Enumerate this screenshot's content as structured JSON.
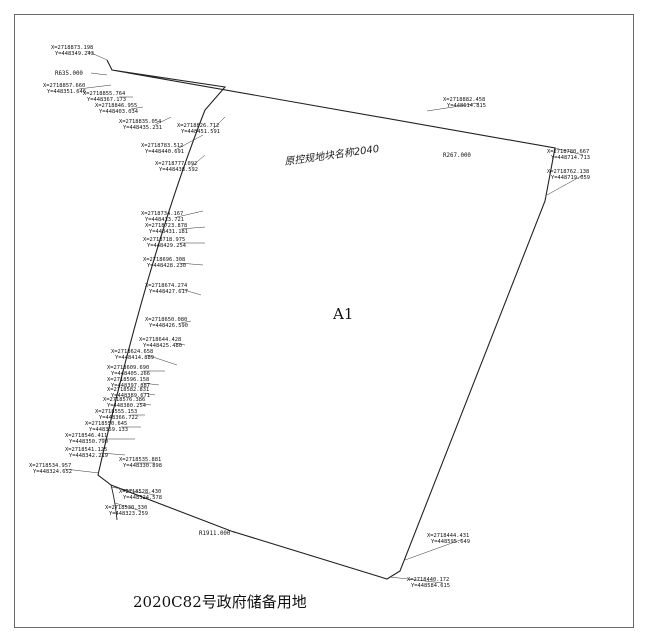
{
  "caption": "2020C82号政府储备用地",
  "parcel_label": "A1",
  "handwritten_note": "原控规地块名称2040",
  "radii": [
    "R635.000",
    "R267.000",
    "R1911.000"
  ],
  "coordinates": [
    {
      "x": "X=2718873.198",
      "y": "Y=448349.243"
    },
    {
      "x": "X=2718857.660",
      "y": "Y=448351.646"
    },
    {
      "x": "X=2718855.764",
      "y": "Y=448367.173"
    },
    {
      "x": "X=2718846.955",
      "y": "Y=448403.034"
    },
    {
      "x": "X=2718835.054",
      "y": "Y=448435.231"
    },
    {
      "x": "X=2718826.712",
      "y": "Y=448451.591"
    },
    {
      "x": "X=2718783.512",
      "y": "Y=448440.691"
    },
    {
      "x": "X=2718777.092",
      "y": "Y=448438.592"
    },
    {
      "x": "X=2718734.167",
      "y": "Y=448433.721"
    },
    {
      "x": "X=2718723.878",
      "y": "Y=448431.181"
    },
    {
      "x": "X=2718718.975",
      "y": "Y=448429.254"
    },
    {
      "x": "X=2718696.308",
      "y": "Y=448428.230"
    },
    {
      "x": "X=2718674.274",
      "y": "Y=448427.617"
    },
    {
      "x": "X=2718650.080",
      "y": "Y=448426.590"
    },
    {
      "x": "X=2718644.428",
      "y": "Y=448425.480"
    },
    {
      "x": "X=2718624.658",
      "y": "Y=448414.889"
    },
    {
      "x": "X=2718609.690",
      "y": "Y=448405.266"
    },
    {
      "x": "X=2718596.158",
      "y": "Y=448397.887"
    },
    {
      "x": "X=2718582.831",
      "y": "Y=448389.671"
    },
    {
      "x": "X=2718576.386",
      "y": "Y=448380.254"
    },
    {
      "x": "X=2718555.153",
      "y": "Y=448366.722"
    },
    {
      "x": "X=2718550.645",
      "y": "Y=448359.133"
    },
    {
      "x": "X=2718546.411",
      "y": "Y=448350.790"
    },
    {
      "x": "X=2718541.125",
      "y": "Y=448342.219"
    },
    {
      "x": "X=2718534.957",
      "y": "Y=448324.652"
    },
    {
      "x": "X=2718535.881",
      "y": "Y=448330.898"
    },
    {
      "x": "X=2718528.430",
      "y": "Y=448324.578"
    },
    {
      "x": "X=2718530.330",
      "y": "Y=448323.259"
    },
    {
      "x": "X=2718882.458",
      "y": "Y=448614.815"
    },
    {
      "x": "X=2718780.667",
      "y": "Y=448714.713"
    },
    {
      "x": "X=2718762.138",
      "y": "Y=448719.059"
    },
    {
      "x": "X=2718444.431",
      "y": "Y=448595.649"
    },
    {
      "x": "X=2718440.172",
      "y": "Y=448584.615"
    }
  ]
}
